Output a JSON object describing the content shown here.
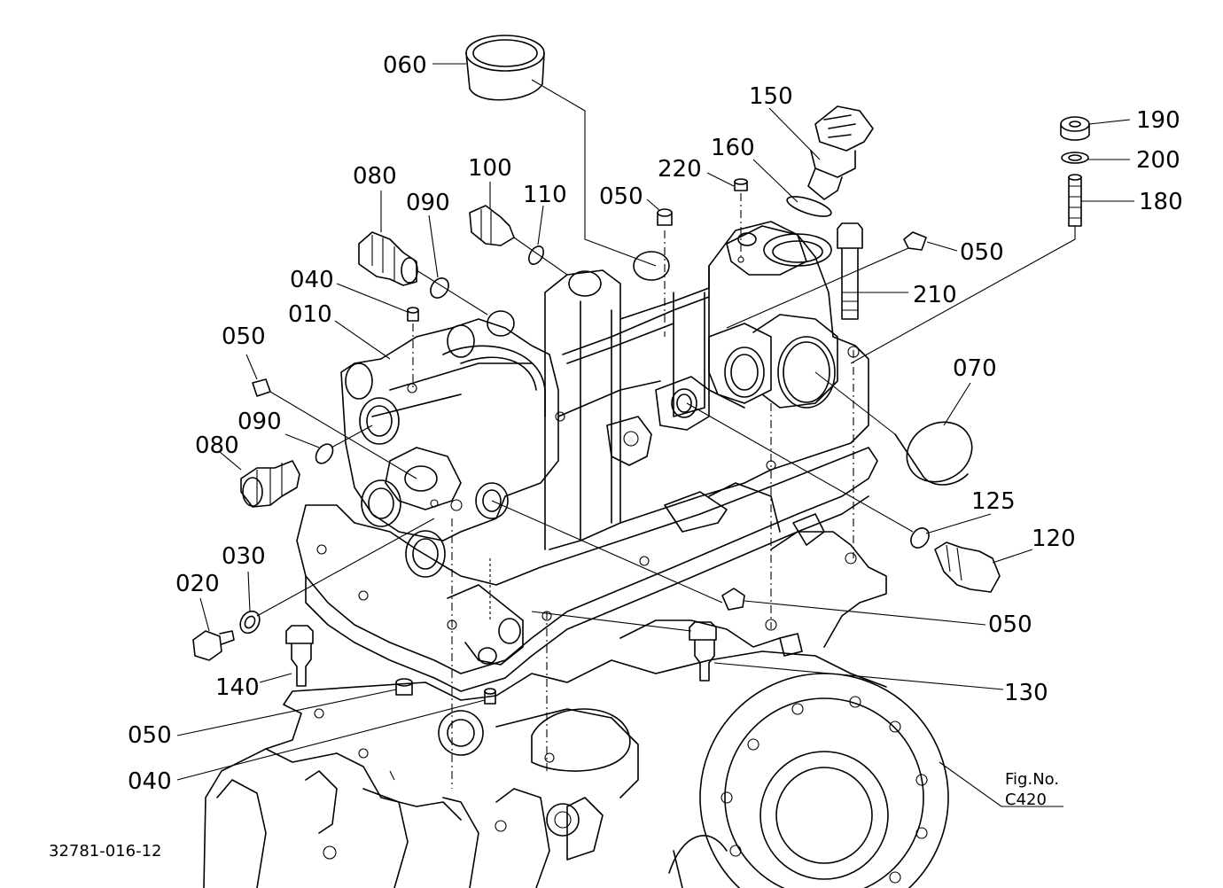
{
  "diagram": {
    "drawing_number": "32781-016-12",
    "figure": {
      "line1": "Fig.No.",
      "line2": "C420"
    },
    "callouts": {
      "c060": "060",
      "c150": "150",
      "c190": "190",
      "c200": "200",
      "c180": "180",
      "c160": "160",
      "c220": "220",
      "c080a": "080",
      "c100": "100",
      "c110": "110",
      "c050a": "050",
      "c090a": "090",
      "c050b": "050",
      "c210": "210",
      "c040a": "040",
      "c010": "010",
      "c070": "070",
      "c050c": "050",
      "c090b": "090",
      "c080b": "080",
      "c125": "125",
      "c120": "120",
      "c030": "030",
      "c020": "020",
      "c050d": "050",
      "c130": "130",
      "c140": "140",
      "c050e": "050",
      "c040b": "040"
    }
  }
}
